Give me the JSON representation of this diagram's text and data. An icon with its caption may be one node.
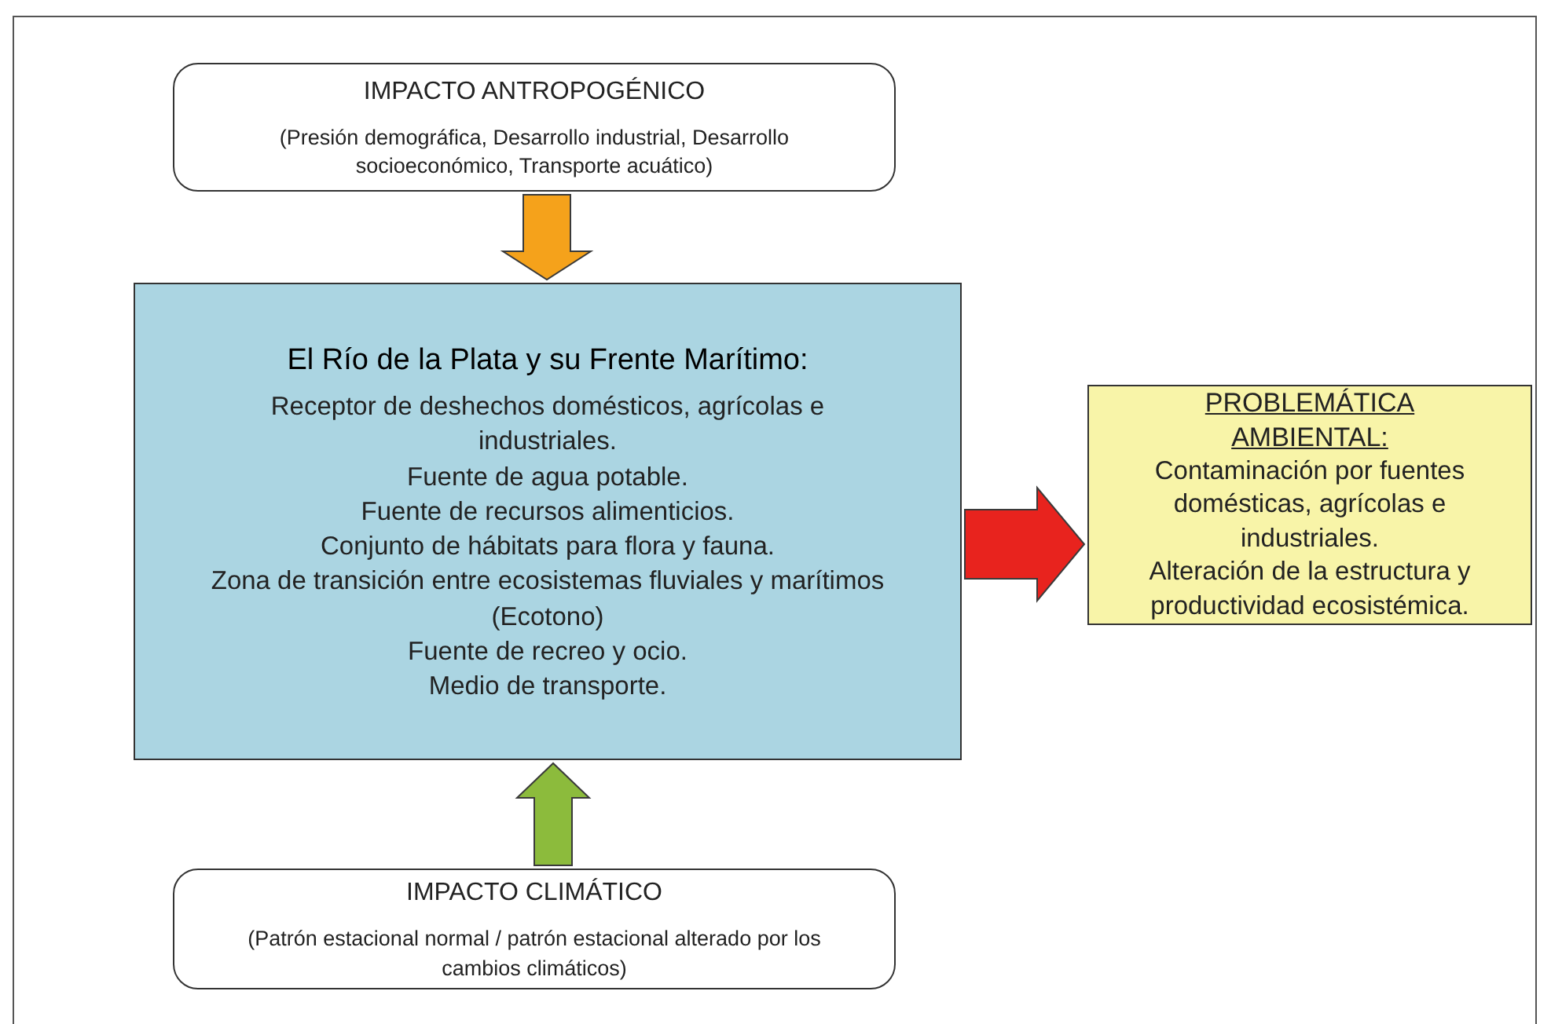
{
  "diagram": {
    "nodes": [
      {
        "text": [
          "IMPACTO ANTROPOGÉNICO",
          "(Presión demográfica, Desarrollo industrial, Desarrollo socioeconómico, Transporte acuático)"
        ]
      },
      {
        "text": [
          "El Río de la Plata y su Frente Marítimo:",
          "Receptor de deshechos domésticos, agrícolas e industriales.",
          "Fuente de agua potable.",
          "Fuente de recursos alimenticios.",
          "Conjunto de hábitats para flora y fauna.",
          "Zona de transición entre ecosistemas fluviales y marítimos (Ecotono)",
          "Fuente de recreo y ocio.",
          "Medio de transporte."
        ]
      },
      {
        "text": [
          "PROBLEMÁTICA AMBIENTAL:",
          "Contaminación por fuentes domésticas, agrícolas e industriales.",
          "Alteración de la estructura y productividad ecosistémica."
        ]
      },
      {
        "text": [
          "IMPACTO CLIMÁTICO",
          "(Patrón estacional normal / patrón estacional alterado por los cambios climáticos)"
        ]
      }
    ],
    "edges": [
      {
        "from": 0,
        "to": 1,
        "arrow": "to",
        "style": "thick",
        "color": "#f5a21b"
      },
      {
        "from": 3,
        "to": 1,
        "arrow": "to",
        "style": "thick",
        "color": "#8cbb3c"
      },
      {
        "from": 1,
        "to": 2,
        "arrow": "to",
        "style": "thick",
        "color": "#e8231e"
      }
    ]
  }
}
